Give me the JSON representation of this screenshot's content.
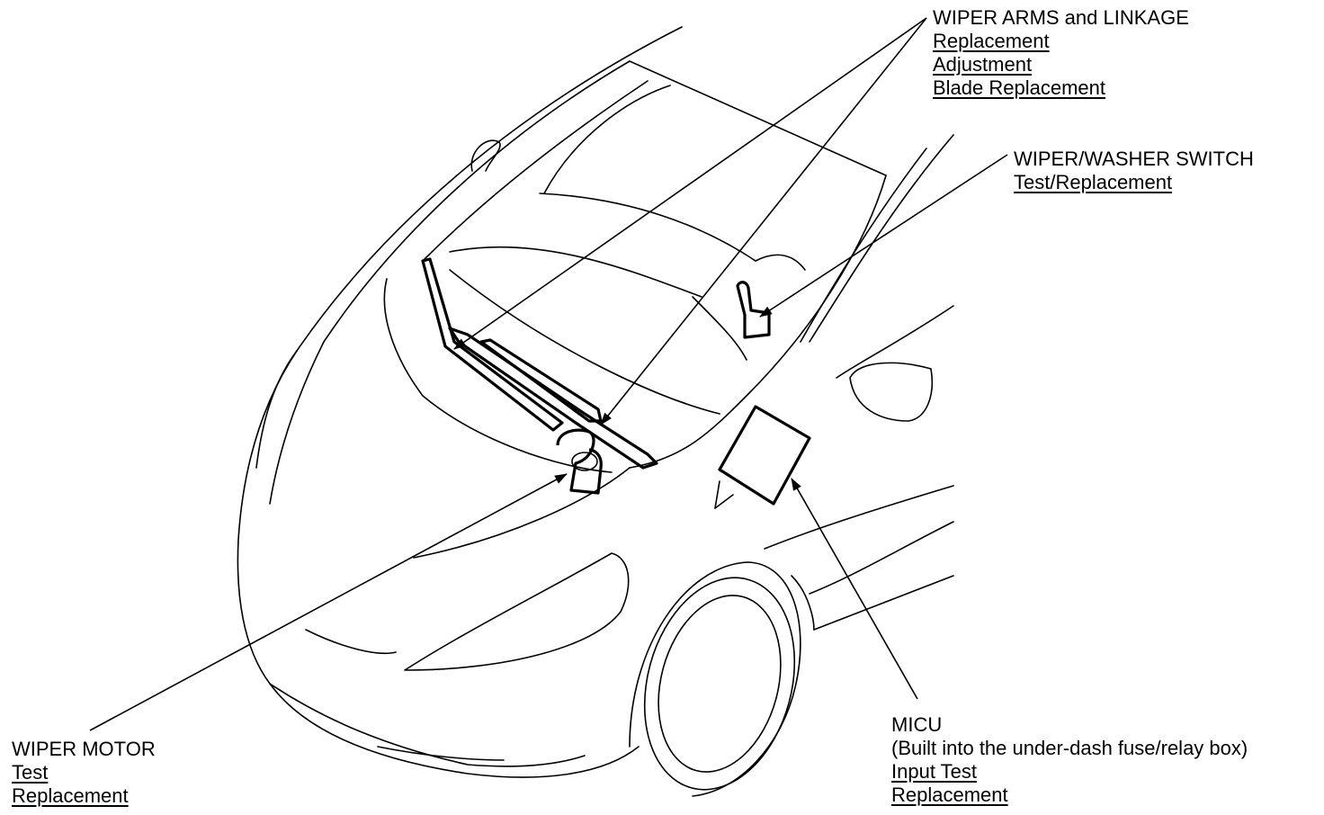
{
  "callouts": {
    "wiper_arms": {
      "title": "WIPER ARMS and LINKAGE",
      "links": [
        "Replacement",
        "Adjustment",
        "Blade Replacement"
      ]
    },
    "wiper_switch": {
      "title": "WIPER/WASHER SWITCH",
      "links": [
        "Test/Replacement"
      ]
    },
    "wiper_motor": {
      "title": "WIPER MOTOR",
      "links": [
        "Test",
        "Replacement"
      ]
    },
    "micu": {
      "title": "MICU",
      "subtitle": "(Built into the under-dash fuse/relay box)",
      "links": [
        "Input Test",
        "Replacement"
      ]
    }
  }
}
